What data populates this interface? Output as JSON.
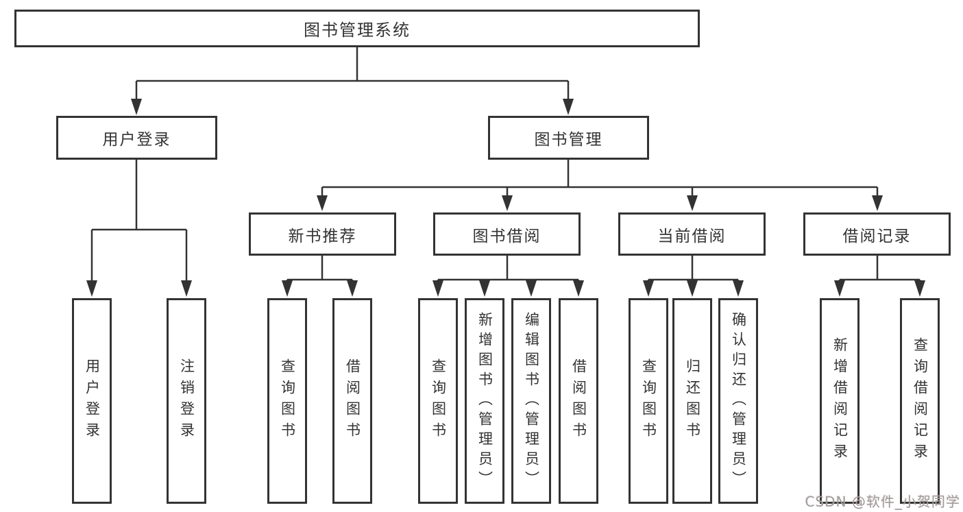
{
  "diagram_title": "图书管理系统",
  "nodes": {
    "root": "图书管理系统",
    "level2": [
      "用户登录",
      "图书管理"
    ],
    "level3": [
      "新书推荐",
      "图书借阅",
      "当前借阅",
      "借阅记录"
    ],
    "leaves": [
      "用户登录",
      "注销登录",
      "查询图书",
      "借阅图书",
      "查询图书",
      "新增图书（管理员）",
      "编辑图书（管理员）",
      "借阅图书",
      "查询图书",
      "归还图书",
      "确认归还（管理员）",
      "新增借阅记录",
      "查询借阅记录"
    ]
  },
  "hierarchy": {
    "图书管理系统": [
      "用户登录",
      "图书管理"
    ],
    "用户登录": [
      "用户登录",
      "注销登录"
    ],
    "图书管理": [
      "新书推荐",
      "图书借阅",
      "当前借阅",
      "借阅记录"
    ],
    "新书推荐": [
      "查询图书",
      "借阅图书"
    ],
    "图书借阅": [
      "查询图书",
      "新增图书（管理员）",
      "编辑图书（管理员）",
      "借阅图书"
    ],
    "当前借阅": [
      "查询图书",
      "归还图书",
      "确认归还（管理员）"
    ],
    "借阅记录": [
      "新增借阅记录",
      "查询借阅记录"
    ]
  },
  "watermark": "CSDN @软件_小贺同学",
  "colors": {
    "line": "#333333",
    "text": "#333333",
    "background": "#ffffff",
    "watermark": "#9c9c9c"
  }
}
